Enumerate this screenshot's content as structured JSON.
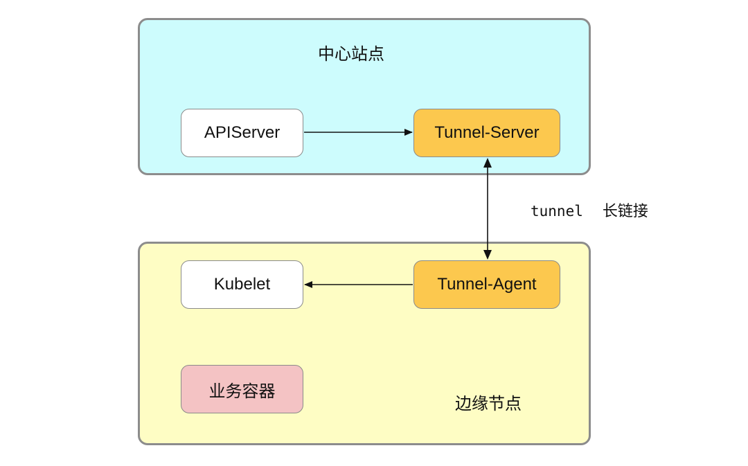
{
  "regions": {
    "center": {
      "title": "中心站点"
    },
    "edge": {
      "title": "边缘节点"
    }
  },
  "nodes": {
    "apiserver": "APIServer",
    "tunnel_server": "Tunnel-Server",
    "kubelet": "Kubelet",
    "tunnel_agent": "Tunnel-Agent",
    "business_container": "业务容器"
  },
  "edge_label": {
    "code": "tunnel",
    "text": "长链接"
  },
  "colors": {
    "center_bg": "#cdfcfd",
    "edge_bg": "#fefdc4",
    "tunnel_node": "#fcc84e",
    "business_node": "#f4c3c4",
    "plain_node": "#ffffff"
  }
}
